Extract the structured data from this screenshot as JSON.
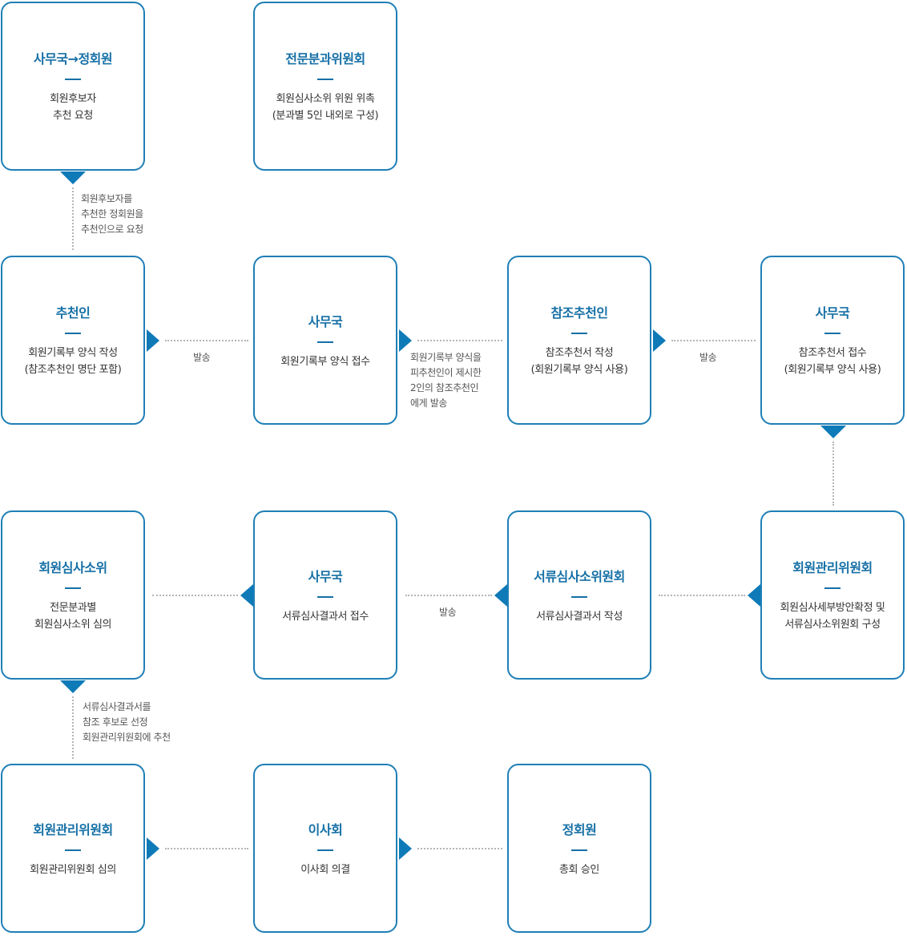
{
  "boxes": {
    "r0c0": {
      "title": "사무국→정회원",
      "desc": "회원후보자\n추천 요청"
    },
    "r0c1": {
      "title": "전문분과위원회",
      "desc": "회원심사소위 위원 위촉\n(분과별 5인 내외로 구성)"
    },
    "r1c0": {
      "title": "추천인",
      "desc": "회원기록부 양식 작성\n(참조추천인 명단 포함)"
    },
    "r1c1": {
      "title": "사무국",
      "desc": "회원기록부 양식 접수"
    },
    "r1c2": {
      "title": "참조추천인",
      "desc": "참조추천서 작성\n(회원기록부 양식 사용)"
    },
    "r1c3": {
      "title": "사무국",
      "desc": "참조추천서 접수\n(회원기록부 양식 사용)"
    },
    "r2c0": {
      "title": "회원심사소위",
      "desc": "전문분과별\n회원심사소위 심의"
    },
    "r2c1": {
      "title": "사무국",
      "desc": "서류심사결과서 접수"
    },
    "r2c2": {
      "title": "서류심사소위원회",
      "desc": "서류심사결과서 작성"
    },
    "r2c3": {
      "title": "회원관리위원회",
      "desc": "회원심사세부방안확정 및\n서류심사소위원회 구성"
    },
    "r3c0": {
      "title": "회원관리위원회",
      "desc": "회원관리위원회 심의"
    },
    "r3c1": {
      "title": "이사회",
      "desc": "이사회 의결"
    },
    "r3c2": {
      "title": "정회원",
      "desc": "총회 승인"
    }
  },
  "notes": {
    "n1": "회원후보자를\n추천한 정회원을\n추천인으로 요청",
    "n2": "발송",
    "n3": "회원기록부 양식을\n피추천인이 제시한\n2인의 참조추천인\n에게 발송",
    "n4": "발송",
    "n5": "발송",
    "n6": "서류심사결과서를\n참조 후보로 선정\n회원관리위원회에 추천"
  },
  "colors": {
    "accent": "#0e7ab8",
    "border": "#1f7fb6",
    "title": "#1670a6"
  }
}
